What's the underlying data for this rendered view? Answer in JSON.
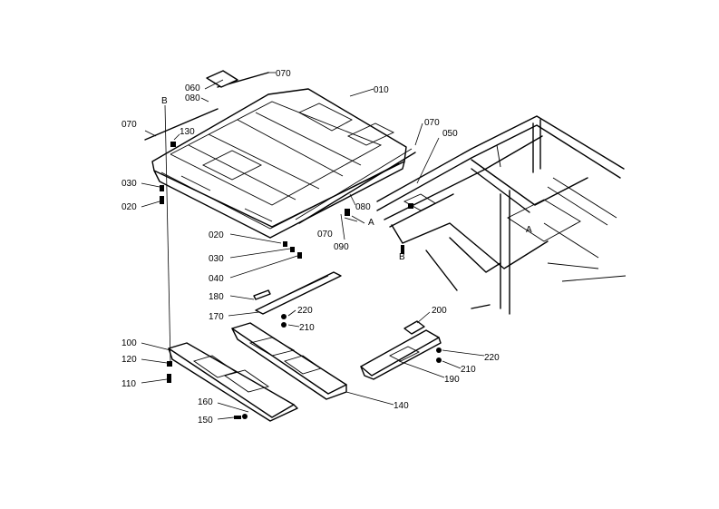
{
  "callouts": {
    "c010": "010",
    "c020a": "020",
    "c020b": "020",
    "c030a": "030",
    "c030b": "030",
    "c040": "040",
    "c050": "050",
    "c060": "060",
    "c070a": "070",
    "c070b": "070",
    "c070c": "070",
    "c070d": "070",
    "c080a": "080",
    "c080b": "080",
    "c090": "090",
    "c100": "100",
    "c110": "110",
    "c120": "120",
    "c130": "130",
    "c140": "140",
    "c150": "150",
    "c160": "160",
    "c170": "170",
    "c180": "180",
    "c190": "190",
    "c200": "200",
    "c210a": "210",
    "c210b": "210",
    "c220a": "220",
    "c220b": "220"
  },
  "refs": {
    "a1": "A",
    "a2": "A",
    "b1": "B",
    "b2": "B"
  }
}
